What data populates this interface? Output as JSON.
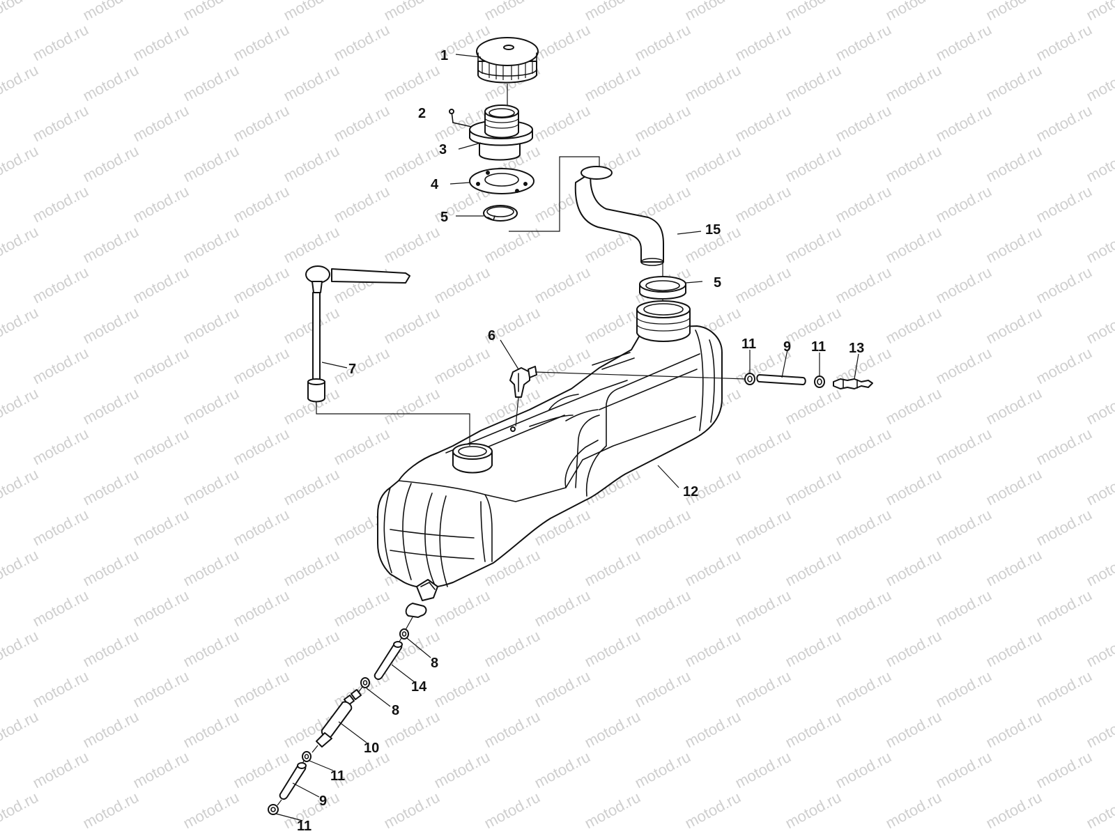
{
  "watermark": {
    "text": "motod.ru",
    "color": "#cfcfcf"
  },
  "parts": [
    {
      "id": "p1",
      "label": "1"
    },
    {
      "id": "p2",
      "label": "2"
    },
    {
      "id": "p3",
      "label": "3"
    },
    {
      "id": "p4",
      "label": "4"
    },
    {
      "id": "p5a",
      "label": "5"
    },
    {
      "id": "p5b",
      "label": "5"
    },
    {
      "id": "p6",
      "label": "6"
    },
    {
      "id": "p7",
      "label": "7"
    },
    {
      "id": "p8a",
      "label": "8"
    },
    {
      "id": "p8b",
      "label": "8"
    },
    {
      "id": "p9a",
      "label": "9"
    },
    {
      "id": "p9b",
      "label": "9"
    },
    {
      "id": "p10",
      "label": "10"
    },
    {
      "id": "p11a",
      "label": "11"
    },
    {
      "id": "p11b",
      "label": "11"
    },
    {
      "id": "p11c",
      "label": "11"
    },
    {
      "id": "p11d",
      "label": "11"
    },
    {
      "id": "p12",
      "label": "12"
    },
    {
      "id": "p13",
      "label": "13"
    },
    {
      "id": "p14",
      "label": "14"
    },
    {
      "id": "p15",
      "label": "15"
    }
  ]
}
